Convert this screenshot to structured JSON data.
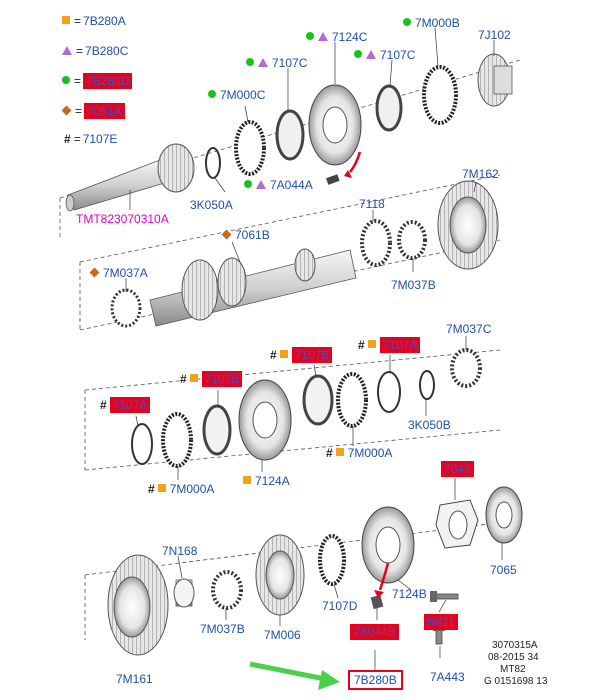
{
  "colors": {
    "label_blue": "#1f4fb0",
    "highlight_red": "#e8001c",
    "square_orange": "#f4a21b",
    "triangle_purple": "#b36ad8",
    "dot_green": "#19c21a",
    "diamond_brown": "#c8691e",
    "arrow_green": "#4cd04c",
    "magenta": "#e000c8"
  },
  "legend": [
    {
      "symbol": "square",
      "code": "7B280A",
      "highlighted": false
    },
    {
      "symbol": "triangle",
      "code": "7B280C",
      "highlighted": false
    },
    {
      "symbol": "dot",
      "code": "7B280D",
      "highlighted": true
    },
    {
      "symbol": "diamond",
      "code": "7061A",
      "highlighted": true
    },
    {
      "symbol": "hash",
      "code": "7107E",
      "highlighted": false
    }
  ],
  "parts": {
    "p_7124c": "7124C",
    "p_7m000b": "7M000B",
    "p_7j102": "7J102",
    "p_7107c_a": "7107C",
    "p_7107c_b": "7107C",
    "p_7m000c": "7M000C",
    "p_3k050a": "3K050A",
    "p_7a044a": "7A044A",
    "p_tmt": "TMT823070310A",
    "p_7118": "7118",
    "p_7m162": "7M162",
    "p_7061b": "7061B",
    "p_7m037a": "7M037A",
    "p_7m037b": "7M037B",
    "p_7m037c": "7M037C",
    "p_7107b_a": "7107B",
    "p_7107a_a": "7107A",
    "p_7107b_b": "7107B",
    "p_7107a_b": "7107A",
    "p_3k050b": "3K050B",
    "p_7m000a_a": "7M000A",
    "p_7m000a_b": "7M000A",
    "p_7124a": "7124A",
    "p_7049": "7049",
    "p_7n168": "7N168",
    "p_7065": "7065",
    "p_7107d": "7107D",
    "p_7124b": "7124B",
    "p_7m037b_2": "7M037B",
    "p_7m006": "7M006",
    "p_7a044b": "7A044B",
    "p_n811": "N811",
    "p_7m161": "7M161",
    "p_7b280b": "7B280B",
    "p_7a443": "7A443"
  },
  "meta": {
    "line1": "3070315A",
    "line2": "08-2015 34",
    "line3": "MT82",
    "line4": "G 0151698 13"
  }
}
